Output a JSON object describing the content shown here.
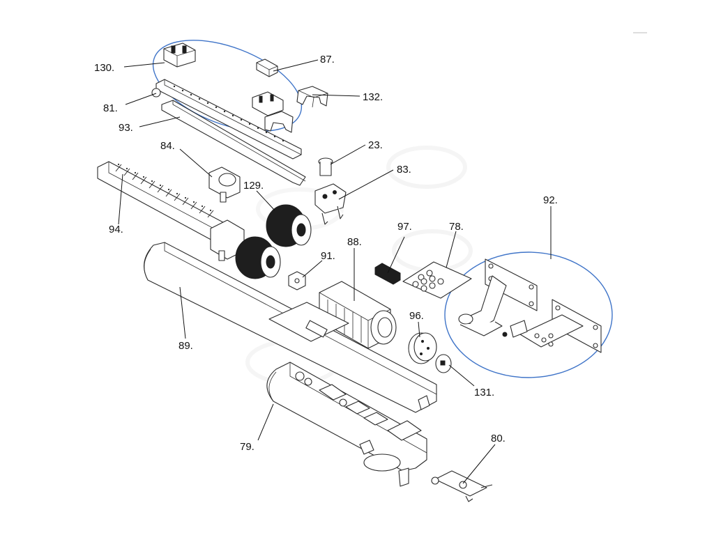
{
  "labels": {
    "l130": "130.",
    "l87": "87.",
    "l132": "132.",
    "l81": "81.",
    "l93": "93.",
    "l84": "84.",
    "l23": "23.",
    "l83": "83.",
    "l129": "129.",
    "l94": "94.",
    "l92": "92.",
    "l97": "97.",
    "l78": "78.",
    "l88": "88.",
    "l91": "91.",
    "l96": "96.",
    "l89": "89.",
    "l131": "131.",
    "l80": "80.",
    "l79": "79."
  },
  "colors": {
    "line": "#2a2a2a",
    "highlight_circle": "#3f74c8",
    "background": "#ffffff"
  }
}
